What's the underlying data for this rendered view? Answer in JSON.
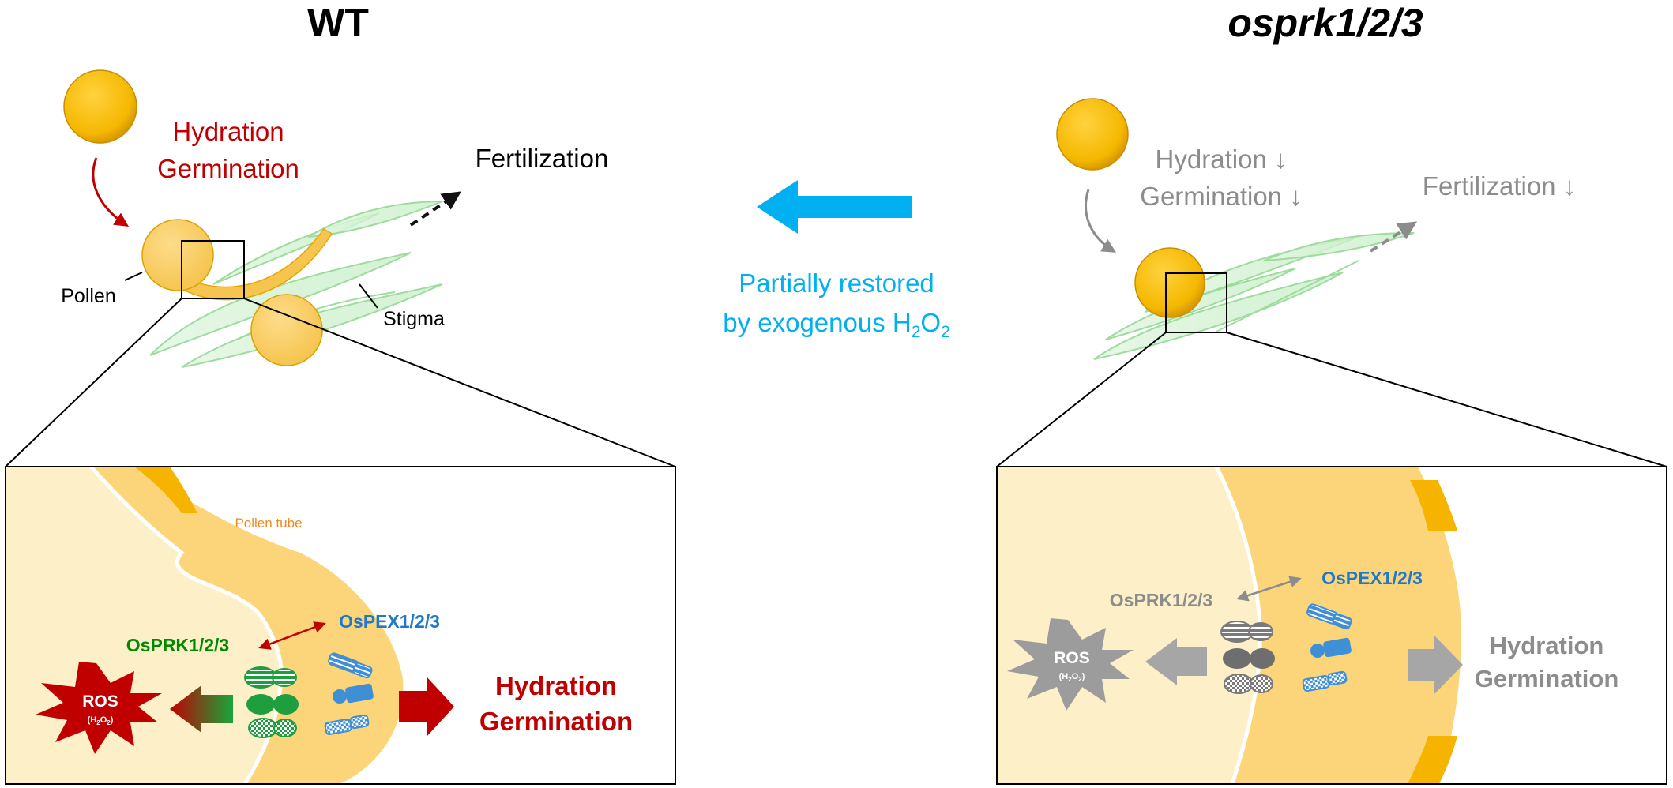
{
  "colors": {
    "pollen_fill": "#FBBF14",
    "pollen_light": "#FCD57A",
    "pollen_pale": "#FDEFC8",
    "stigma_green": "#8FD88F",
    "wt_red": "#C00000",
    "green_label": "#008A00",
    "blue_label": "#1F78C8",
    "cyan_arrow": "#00B0F0",
    "gray": "#8C8C8C"
  },
  "left_panel": {
    "title": "WT",
    "hydration": "Hydration",
    "germination": "Germination",
    "fertilization": "Fertilization",
    "pollen_label": "Pollen",
    "stigma_label": "Stigma",
    "inset": {
      "pollen_tube_label": "Pollen tube",
      "osprk_label": "OsPRK1/2/3",
      "ospex_label": "OsPEX1/2/3",
      "ros_label": "ROS",
      "h2o2_h": "(H",
      "h2o2_2a": "2",
      "h2o2_o": "O",
      "h2o2_2b": "2",
      "h2o2_close": ")",
      "out_hydration": "Hydration",
      "out_germination": "Germination"
    }
  },
  "middle": {
    "line1": "Partially restored",
    "line2_prefix": "by exogenous H",
    "sub2a": "2",
    "o_text": "O",
    "sub2b": "2"
  },
  "right_panel": {
    "title": "osprk1/2/3",
    "hydration": "Hydration ↓",
    "germination": "Germination ↓",
    "fertilization": "Fertilization ↓",
    "inset": {
      "osprk_label": "OsPRK1/2/3",
      "ospex_label": "OsPEX1/2/3",
      "ros_label": "ROS",
      "h2o2_h": "(H",
      "h2o2_2a": "2",
      "h2o2_o": "O",
      "h2o2_2b": "2",
      "h2o2_close": ")",
      "out_hydration": "Hydration",
      "out_germination": "Germination"
    }
  }
}
